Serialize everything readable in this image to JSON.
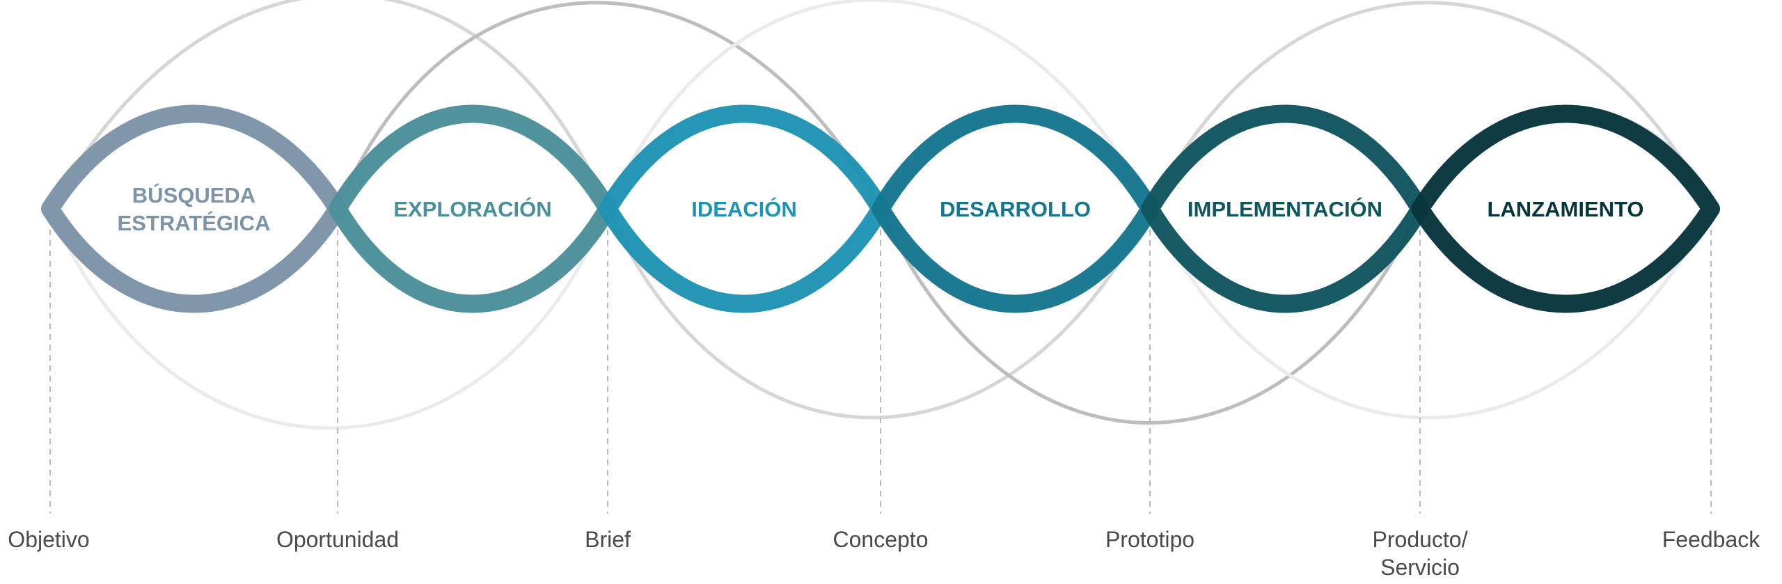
{
  "phases": [
    {
      "lines": [
        "BÚSQUEDA",
        "ESTRATÉGICA"
      ],
      "color": "#7c93a8"
    },
    {
      "lines": [
        "EXPLORACIÓN"
      ],
      "color": "#4a8f9a"
    },
    {
      "lines": [
        "IDEACIÓN"
      ],
      "color": "#1f93b4"
    },
    {
      "lines": [
        "DESARROLLO"
      ],
      "color": "#15778f"
    },
    {
      "lines": [
        "IMPLEMENTACIÓN"
      ],
      "color": "#0f555e"
    },
    {
      "lines": [
        "LANZAMIENTO"
      ],
      "color": "#07353d"
    }
  ],
  "milestones": [
    {
      "lines": [
        "Objetivo"
      ]
    },
    {
      "lines": [
        "Oportunidad"
      ]
    },
    {
      "lines": [
        "Brief"
      ]
    },
    {
      "lines": [
        "Concepto"
      ]
    },
    {
      "lines": [
        "Prototipo"
      ]
    },
    {
      "lines": [
        "Producto/",
        "Servicio"
      ]
    },
    {
      "lines": [
        "Feedback"
      ]
    }
  ],
  "arc_colors": {
    "light": "#d6d6d6",
    "mid": "#bdbdbd",
    "pale": "#ebebeb"
  }
}
